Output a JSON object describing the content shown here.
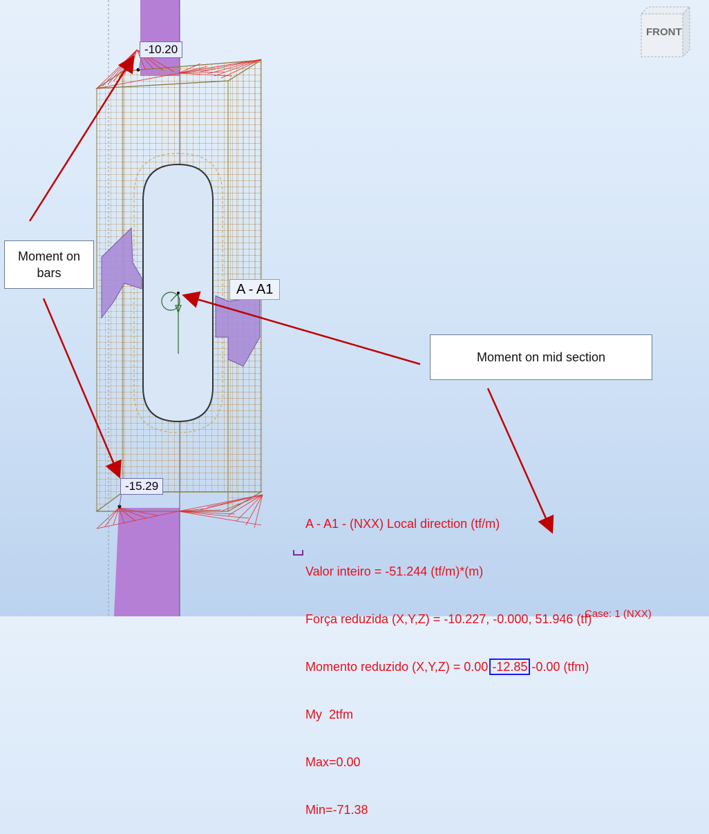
{
  "annotations": {
    "bars_label": "Moment on\nbars",
    "mid_section_label": "Moment on mid section"
  },
  "tags": {
    "top_value": "-10.20",
    "bottom_value": "-15.29",
    "section_name": "A - A1"
  },
  "view_cube": {
    "face": "FRONT"
  },
  "results": {
    "line1": "A - A1 - (NXX) Local direction (tf/m)",
    "line2": "Valor inteiro = -51.244 (tf/m)*(m)",
    "line3": "Força reduzida (X,Y,Z) = -10.227, -0.000, 51.946 (tf)",
    "line4_prefix": "Momento reduzido (X,Y,Z) = 0.00",
    "line4_highlight": "-12.85",
    "line4_suffix": "-0.00 (tfm)",
    "line5": "My  2tfm",
    "line6": "Max=0.00",
    "line7": "Min=-71.38"
  },
  "footer_cut_text": "Case: 1 (NXX)",
  "colors": {
    "mesh": "#c8b46a",
    "mesh_red": "#e03030",
    "bar_fill": "#b67fd6",
    "diagram_fill": "#a98cd8",
    "arrow": "#c00000",
    "result_text": "#e8101c",
    "highlight_box": "#1a1aff"
  }
}
